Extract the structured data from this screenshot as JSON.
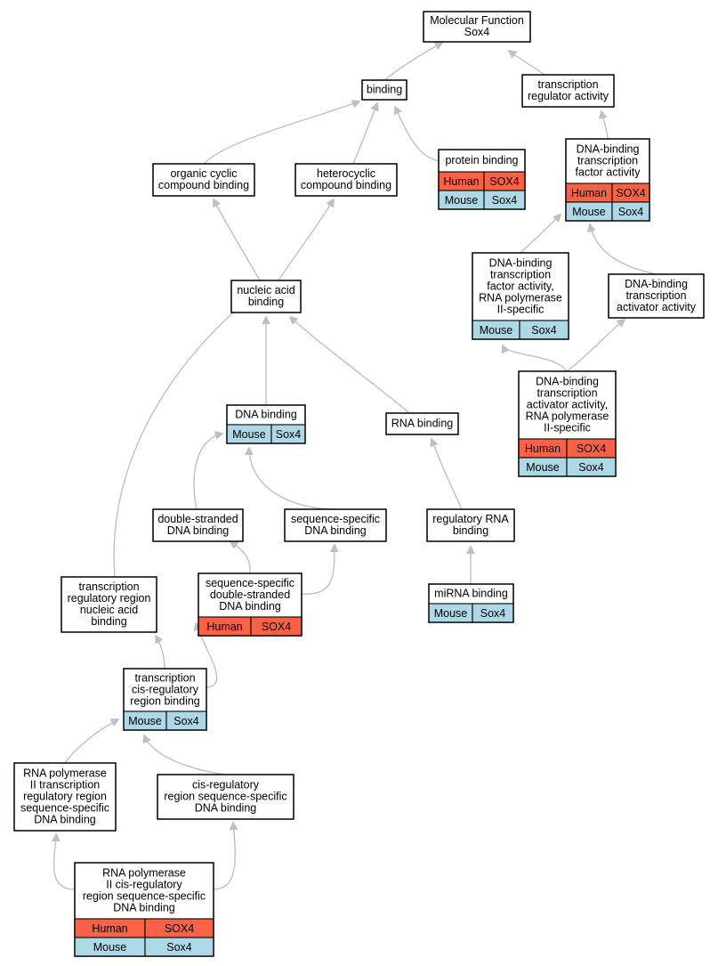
{
  "diagram": {
    "nodes": [
      {
        "id": "mf",
        "lines": [
          "Molecular Function",
          "Sox4"
        ],
        "rows": []
      },
      {
        "id": "binding",
        "lines": [
          "binding"
        ],
        "rows": []
      },
      {
        "id": "tra",
        "lines": [
          "transcription",
          "regulator activity"
        ],
        "rows": []
      },
      {
        "id": "protein_binding",
        "lines": [
          "protein binding"
        ],
        "rows": [
          [
            "Human",
            "SOX4"
          ],
          [
            "Mouse",
            "Sox4"
          ]
        ]
      },
      {
        "id": "dbtf",
        "lines": [
          "DNA-binding",
          "transcription",
          "factor activity"
        ],
        "rows": [
          [
            "Human",
            "SOX4"
          ],
          [
            "Mouse",
            "Sox4"
          ]
        ]
      },
      {
        "id": "ocb",
        "lines": [
          "organic cyclic",
          "compound binding"
        ],
        "rows": []
      },
      {
        "id": "hcb",
        "lines": [
          "heterocyclic",
          "compound binding"
        ],
        "rows": []
      },
      {
        "id": "dbtf_pol2",
        "lines": [
          "DNA-binding",
          "transcription",
          "factor activity,",
          "RNA polymerase",
          "II-specific"
        ],
        "rows": [
          [
            "Mouse",
            "Sox4"
          ]
        ]
      },
      {
        "id": "dbta",
        "lines": [
          "DNA-binding",
          "transcription",
          "activator activity"
        ],
        "rows": []
      },
      {
        "id": "nab",
        "lines": [
          "nucleic acid",
          "binding"
        ],
        "rows": []
      },
      {
        "id": "dbta_pol2",
        "lines": [
          "DNA-binding",
          "transcription",
          "activator activity,",
          "RNA polymerase",
          "II-specific"
        ],
        "rows": [
          [
            "Human",
            "SOX4"
          ],
          [
            "Mouse",
            "Sox4"
          ]
        ]
      },
      {
        "id": "dna_binding",
        "lines": [
          "DNA binding"
        ],
        "rows": [
          [
            "Mouse",
            "Sox4"
          ]
        ]
      },
      {
        "id": "rna_binding",
        "lines": [
          "RNA binding"
        ],
        "rows": []
      },
      {
        "id": "dsdna",
        "lines": [
          "double-stranded",
          "DNA binding"
        ],
        "rows": []
      },
      {
        "id": "ssdna",
        "lines": [
          "sequence-specific",
          "DNA binding"
        ],
        "rows": []
      },
      {
        "id": "regrna",
        "lines": [
          "regulatory RNA",
          "binding"
        ],
        "rows": []
      },
      {
        "id": "ssdsdna",
        "lines": [
          "sequence-specific",
          "double-stranded",
          "DNA binding"
        ],
        "rows": [
          [
            "Human",
            "SOX4"
          ]
        ]
      },
      {
        "id": "trrnab",
        "lines": [
          "transcription",
          "regulatory region",
          "nucleic acid",
          "binding"
        ],
        "rows": []
      },
      {
        "id": "mirna",
        "lines": [
          "miRNA binding"
        ],
        "rows": [
          [
            "Mouse",
            "Sox4"
          ]
        ]
      },
      {
        "id": "tcrrb",
        "lines": [
          "transcription",
          "cis-regulatory",
          "region binding"
        ],
        "rows": [
          [
            "Mouse",
            "Sox4"
          ]
        ]
      },
      {
        "id": "pol2trr",
        "lines": [
          "RNA polymerase",
          "II transcription",
          "regulatory region",
          "sequence-specific",
          "DNA binding"
        ],
        "rows": []
      },
      {
        "id": "crrss",
        "lines": [
          "cis-regulatory",
          "region sequence-specific",
          "DNA binding"
        ],
        "rows": []
      },
      {
        "id": "pol2crr",
        "lines": [
          "RNA polymerase",
          "II cis-regulatory",
          "region sequence-specific",
          "DNA binding"
        ],
        "rows": [
          [
            "Human",
            "SOX4"
          ],
          [
            "Mouse",
            "Sox4"
          ]
        ]
      }
    ],
    "edges": [
      [
        "binding",
        "mf"
      ],
      [
        "tra",
        "mf"
      ],
      [
        "ocb",
        "binding"
      ],
      [
        "hcb",
        "binding"
      ],
      [
        "protein_binding",
        "binding"
      ],
      [
        "dbtf",
        "tra"
      ],
      [
        "nab",
        "ocb"
      ],
      [
        "nab",
        "hcb"
      ],
      [
        "dbtf_pol2",
        "dbtf"
      ],
      [
        "dbta",
        "dbtf"
      ],
      [
        "dbta_pol2",
        "dbtf_pol2"
      ],
      [
        "dbta_pol2",
        "dbta"
      ],
      [
        "dna_binding",
        "nab"
      ],
      [
        "rna_binding",
        "nab"
      ],
      [
        "trrnab",
        "nab"
      ],
      [
        "dsdna",
        "dna_binding"
      ],
      [
        "ssdna",
        "dna_binding"
      ],
      [
        "regrna",
        "rna_binding"
      ],
      [
        "mirna",
        "regrna"
      ],
      [
        "ssdsdna",
        "dsdna"
      ],
      [
        "ssdsdna",
        "ssdna"
      ],
      [
        "tcrrb",
        "trrnab"
      ],
      [
        "tcrrb",
        "ssdsdna"
      ],
      [
        "pol2trr",
        "tcrrb"
      ],
      [
        "crrss",
        "tcrrb"
      ],
      [
        "pol2crr",
        "pol2trr"
      ],
      [
        "pol2crr",
        "crrss"
      ]
    ],
    "colors": {
      "human": "#fb6145",
      "mouse": "#add8e6",
      "edge": "#c0c0c0",
      "border": "#000000"
    }
  }
}
